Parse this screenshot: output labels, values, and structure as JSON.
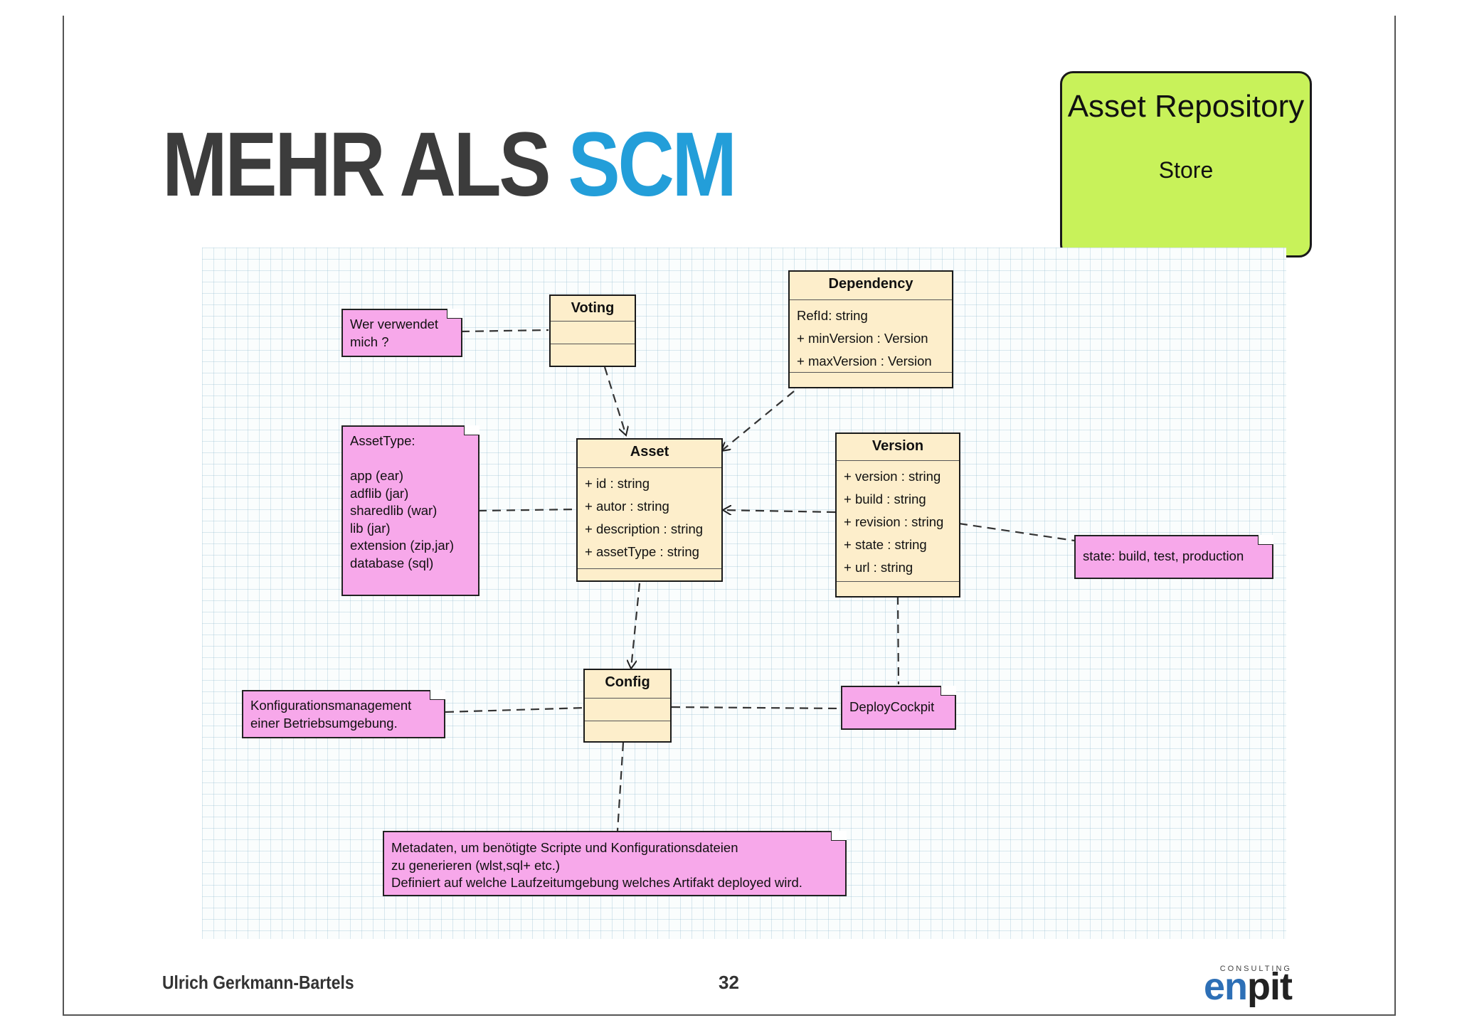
{
  "slide": {
    "title_dark": "MEHR ALS",
    "title_accent": "SCM",
    "author": "Ulrich Gerkmann-Bartels",
    "page_number": "32",
    "accent_color": "#239ed9"
  },
  "repository_box": {
    "title": "Asset Repository",
    "subtitle": "Store",
    "color": "#c8f25a"
  },
  "logo": {
    "small_text": "CONSULTING",
    "brand_prefix": "en",
    "brand_suffix": "pit"
  },
  "classes": {
    "voting": {
      "name": "Voting",
      "attributes": []
    },
    "dependency": {
      "name": "Dependency",
      "attributes": [
        "RefId: string",
        "+ minVersion : Version",
        "+ maxVersion : Version"
      ]
    },
    "asset": {
      "name": "Asset",
      "attributes": [
        "+ id : string",
        "+ autor : string",
        "+ description : string",
        "+ assetType : string"
      ]
    },
    "version": {
      "name": "Version",
      "attributes": [
        "+ version : string",
        "+ build : string",
        "+ revision : string",
        "+ state : string",
        "+ url : string"
      ]
    },
    "config": {
      "name": "Config",
      "attributes": []
    }
  },
  "notes": {
    "voting_note": {
      "lines": [
        "Wer verwendet",
        "mich ?"
      ]
    },
    "asset_type_note": {
      "lines": [
        "AssetType:",
        "",
        "app (ear)",
        "adflib (jar)",
        "sharedlib (war)",
        "lib (jar)",
        "extension (zip,jar)",
        "database (sql)"
      ]
    },
    "state_note": {
      "lines": [
        "state: build, test, production"
      ]
    },
    "config_note": {
      "lines": [
        "Konfigurationsmanagement",
        "einer Betriebsumgebung."
      ]
    },
    "deploy_note": {
      "lines": [
        "DeployCockpit"
      ]
    },
    "metadata_note": {
      "lines": [
        "Metadaten, um benötigte Scripte und Konfigurationsdateien",
        "zu generieren (wlst,sql+ etc.)",
        "Definiert auf welche Laufzeitumgebung welches Artifakt deployed wird."
      ]
    }
  }
}
